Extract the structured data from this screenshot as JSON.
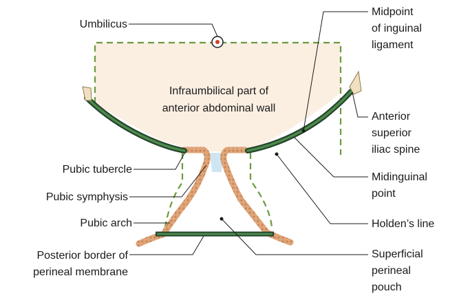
{
  "diagram": {
    "center_label": [
      "Infraumbilical part of",
      "anterior abdominal wall"
    ],
    "labels": {
      "umbilicus": "Umbilicus",
      "midpoint_inguinal": [
        "Midpoint",
        "of inguinal",
        "ligament"
      ],
      "asis": [
        "Anterior",
        "superior",
        "iliac spine"
      ],
      "midinguinal": [
        "Midinguinal",
        "point"
      ],
      "holdens": "Holden’s line",
      "superficial_pouch": [
        "Superficial",
        "perineal",
        "pouch"
      ],
      "pubic_tubercle": "Pubic tubercle",
      "pubic_symphysis": "Pubic symphysis",
      "pubic_arch": "Pubic arch",
      "posterior_border": [
        "Posterior border of",
        "perineal membrane"
      ]
    },
    "colors": {
      "dashed_outline": "#6a9a3c",
      "region_fill": "#fbefe2",
      "ligament_dark": "#24442e",
      "ligament_green": "#4e8a4a",
      "pubic_bone": "#e0a67a",
      "pubic_bone_edge": "#b9774a",
      "symphysis": "#cfe6f2",
      "bone_tip": "#f0e0c0",
      "umbilicus_ring": "#1a1a1a",
      "umbilicus_dot": "#d2402a",
      "label_text": "#1a1a1a"
    }
  }
}
